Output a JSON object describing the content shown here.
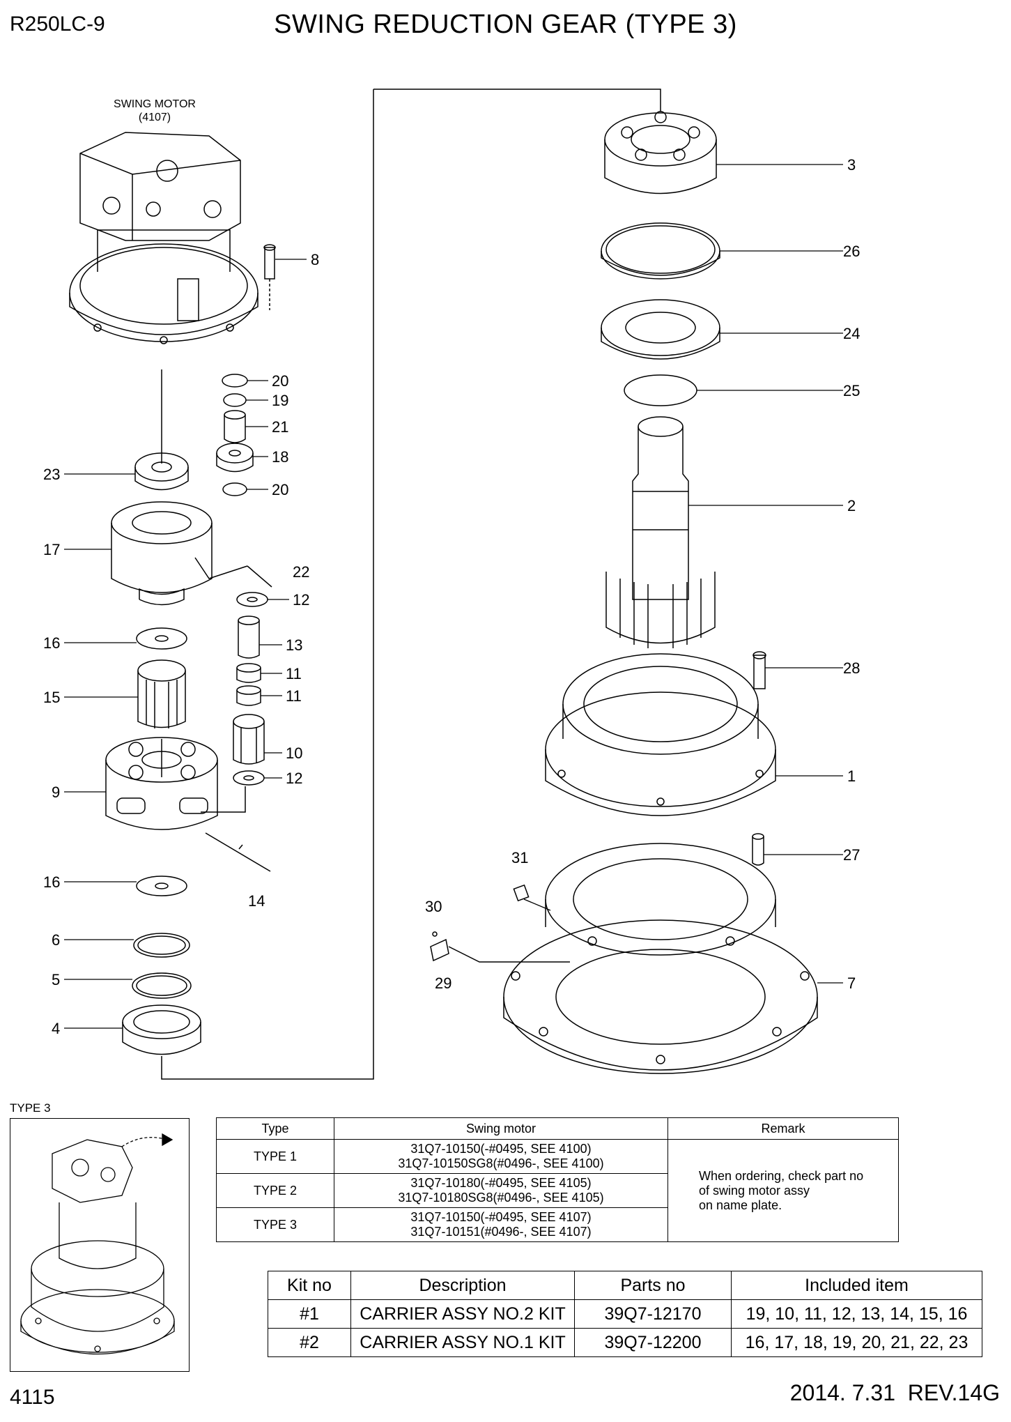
{
  "header": {
    "model": "R250LC-9",
    "title": "SWING REDUCTION GEAR (TYPE 3)"
  },
  "diagram": {
    "motor_label_line1": "SWING MOTOR",
    "motor_label_line2": "(4107)",
    "callouts": [
      "8",
      "20",
      "19",
      "21",
      "18",
      "20",
      "23",
      "17",
      "22",
      "12",
      "16",
      "13",
      "11",
      "11",
      "15",
      "10",
      "12",
      "9",
      "16",
      "14",
      "6",
      "5",
      "4",
      "3",
      "26",
      "24",
      "25",
      "2",
      "28",
      "1",
      "27",
      "31",
      "30",
      "29",
      "7"
    ]
  },
  "type_section": {
    "label": "TYPE 3",
    "headers": [
      "Type",
      "Swing motor",
      "Remark"
    ],
    "rows": [
      {
        "type": "TYPE 1",
        "motor_line1": "31Q7-10150(-#0495, SEE 4100)",
        "motor_line2": "31Q7-10150SG8(#0496-, SEE 4100)"
      },
      {
        "type": "TYPE 2",
        "motor_line1": "31Q7-10180(-#0495, SEE 4105)",
        "motor_line2": "31Q7-10180SG8(#0496-, SEE 4105)"
      },
      {
        "type": "TYPE 3",
        "motor_line1": "31Q7-10150(-#0495, SEE 4107)",
        "motor_line2": "31Q7-10151(#0496-, SEE 4107)"
      }
    ],
    "remark_line1": "When ordering, check part no",
    "remark_line2": "of swing motor assy",
    "remark_line3": "on name plate."
  },
  "kit_table": {
    "headers": [
      "Kit no",
      "Description",
      "Parts no",
      "Included item"
    ],
    "rows": [
      {
        "kit": "#1",
        "description": "CARRIER ASSY NO.2 KIT",
        "parts": "39Q7-12170",
        "items": "19, 10, 11, 12, 13, 14, 15, 16"
      },
      {
        "kit": "#2",
        "description": "CARRIER ASSY NO.1 KIT",
        "parts": "39Q7-12200",
        "items": "16, 17, 18, 19, 20, 21, 22, 23"
      }
    ]
  },
  "footer": {
    "page_number": "4115",
    "date_revision": "2014. 7.31  REV.14G"
  }
}
